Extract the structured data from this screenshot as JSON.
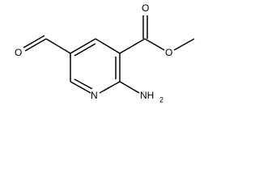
{
  "structure": {
    "atoms": {
      "ring_nitrogen": "N",
      "amino_group": "NH",
      "amino_subscript": "2",
      "aldehyde_oxygen": "O",
      "ester_carbonyl_oxygen": "O",
      "ester_ether_oxygen": "O"
    },
    "colors": {
      "bond": "#000000",
      "label": "#000000",
      "background": "#ffffff"
    }
  }
}
